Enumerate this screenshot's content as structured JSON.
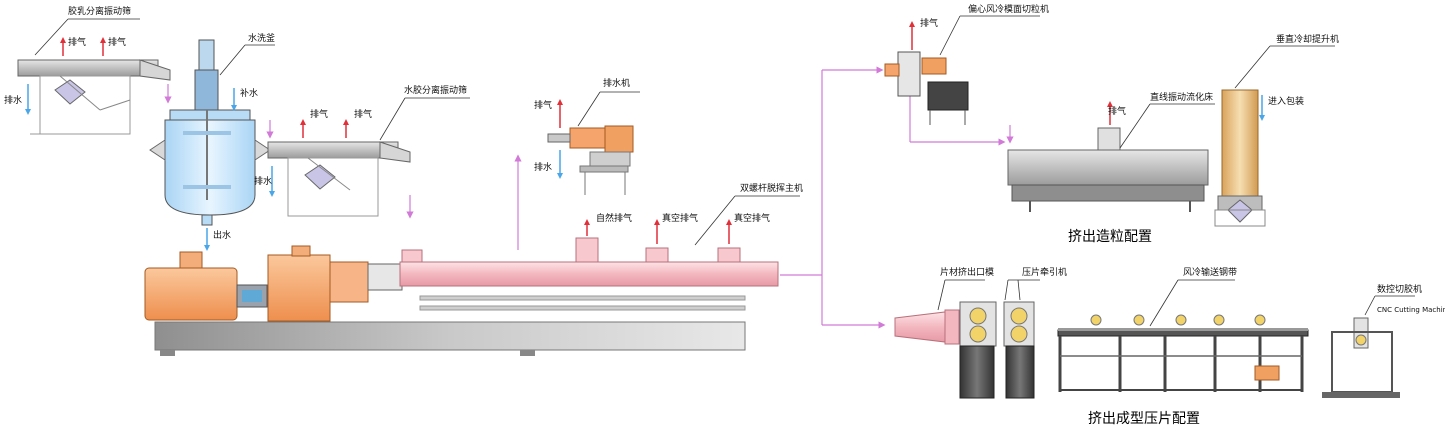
{
  "labels": {
    "latex_screen": "胶乳分离振动筛",
    "exhaust_a": "排气",
    "exhaust_b": "排气",
    "drain_left": "排水",
    "wash_tank": "水洗釜",
    "add_water": "补水",
    "water_rubber_screen": "水胶分离振动筛",
    "exhaust_c": "排气",
    "exhaust_d": "排气",
    "drain_mid": "排水",
    "water_out": "出水",
    "dewater_machine": "排水机",
    "exhaust_e": "排气",
    "drain_e": "排水",
    "twin_screw": "双螺杆脱挥主机",
    "natural_vent": "自然排气",
    "vacuum_vent_1": "真空排气",
    "vacuum_vent_2": "真空排气",
    "exhaust_f": "排气",
    "eccentric_cutter": "偏心风冷模面切粒机",
    "vertical_cooling": "垂直冷却提升机",
    "to_packing": "进入包装",
    "exhaust_g": "排气",
    "fluid_bed": "直线振动流化床",
    "pelletizing_config": "挤出造粒配置",
    "sheet_die": "片材挤出口模",
    "sheet_puller": "压片牵引机",
    "air_belt": "风冷输送钢带",
    "cnc_cutter": "数控切胶机",
    "cnc_cutter_en": "CNC Cutting Machine",
    "sheet_config": "挤出成型压片配置"
  },
  "colors": {
    "machine_orange": "#f5a56b",
    "tank_blue": "#cfe8fb",
    "barrel_pink": "#f7c9cf",
    "base_grey": "#a8a8a8",
    "exhaust_red": "#e0303a",
    "water_blue": "#49a6e8",
    "flow_pink": "#d27ad8",
    "tower_tan": "#e9c489"
  }
}
